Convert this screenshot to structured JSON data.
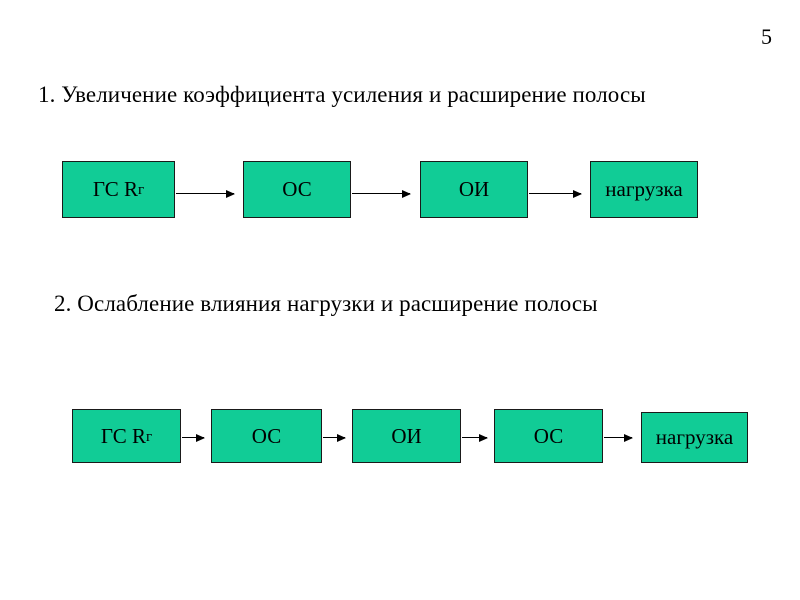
{
  "slide": {
    "page_number": "5",
    "background_color": "#ffffff",
    "box_fill_color": "#11cc96",
    "box_border_color": "#1a1a1a",
    "text_color": "#000000"
  },
  "sections": [
    {
      "heading": "1. Увеличение коэффициента усиления и расширение полосы",
      "nodes": [
        {
          "label": "ГС R",
          "sub": "г"
        },
        {
          "label": "ОС",
          "sub": ""
        },
        {
          "label": "ОИ",
          "sub": ""
        },
        {
          "label": "нагрузка",
          "sub": ""
        }
      ]
    },
    {
      "heading": "2. Ослабление влияния нагрузки и расширение полосы",
      "nodes": [
        {
          "label": "ГС R",
          "sub": "г"
        },
        {
          "label": "ОС",
          "sub": ""
        },
        {
          "label": "ОИ",
          "sub": ""
        },
        {
          "label": "ОС",
          "sub": ""
        },
        {
          "label": "нагрузка",
          "sub": ""
        }
      ]
    }
  ],
  "arrows": {
    "glyph": "arrow-right-icon",
    "count_row1": 3,
    "count_row2": 4
  }
}
